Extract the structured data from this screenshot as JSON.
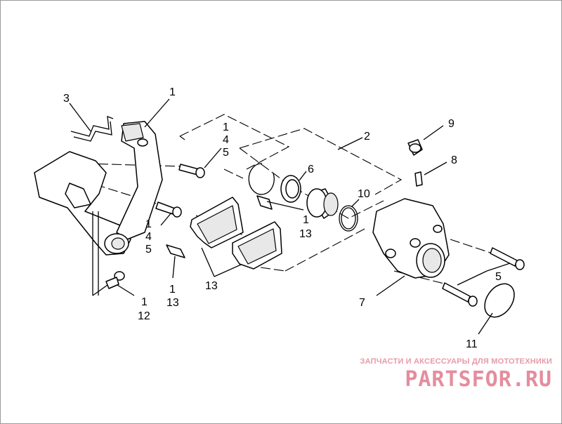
{
  "callouts": {
    "c1a": "1",
    "c3": "3",
    "c1b": "1",
    "c4b": "4",
    "c5b": "5",
    "c2": "2",
    "c6": "6",
    "c9": "9",
    "c8": "8",
    "c10": "10",
    "c1c": "1",
    "c13c": "13",
    "c1d": "1",
    "c4d": "4",
    "c5d": "5",
    "c5e": "5",
    "c7": "7",
    "c13e": "13",
    "c1f": "1",
    "c13f": "13",
    "c1g": "1",
    "c12": "12",
    "c11": "11"
  },
  "watermark": {
    "tagline": "ЗАПЧАСТИ И АКСЕССУАРЫ ДЛЯ МОТОТЕХНИКИ",
    "brand": "PARTSFOR.RU",
    "color": "#e07a8e"
  }
}
